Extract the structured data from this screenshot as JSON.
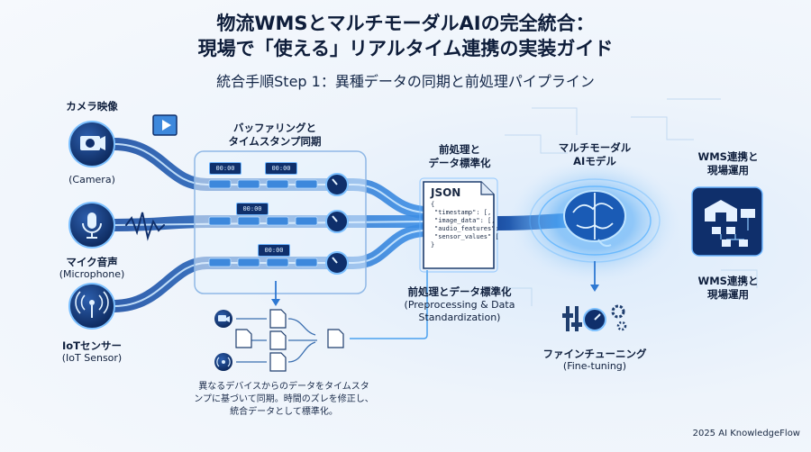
{
  "header": {
    "title_line1": "物流WMSとマルチモーダルAIの完全統合：",
    "title_line2": "現場で「使える」リアルタイム連携の実装ガイド",
    "subtitle": "統合手順Step 1：異種データの同期と前処理パイプライン"
  },
  "sources": [
    {
      "label": "カメラ映像",
      "sub": "(Camera)",
      "icon": "camera-icon"
    },
    {
      "label": "マイク音声",
      "sub": "(Microphone)",
      "icon": "microphone-icon"
    },
    {
      "label": "IoTセンサー",
      "sub": "(IoT Sensor)",
      "icon": "iot-sensor-icon"
    }
  ],
  "buffer": {
    "title_line1": "バッファリングと",
    "title_line2": "タイムスタンプ同期",
    "timestamps": [
      "00:00",
      "00:00",
      "00:00",
      "00:00"
    ],
    "note_line1": "異なるデバイスからのデータをタイムスタ",
    "note_line2": "ンプに基づいて同期。時間のズレを修正し、",
    "note_line3": "統合データとして標準化。"
  },
  "preprocess": {
    "top_line1": "前処理と",
    "top_line2": "データ標準化",
    "json_head": "JSON",
    "json_lines": [
      "{",
      "\"timestamp\": [,",
      "\"image_data\": [,",
      "\"audio_features\":",
      "\"sensor_values\" [",
      "}"
    ],
    "bottom_line1": "前処理とデータ標準化",
    "bottom_line2": "(Preprocessing & Data",
    "bottom_line3": "Standardization)"
  },
  "ai": {
    "title_line1": "マルチモーダル",
    "title_line2": "AIモデル",
    "finetune_label": "ファインチューニング",
    "finetune_sub": "(Fine-tuning)"
  },
  "wms": {
    "top_line1": "WMS連携と",
    "top_line2": "現場運用",
    "bottom_line1": "WMS連携と",
    "bottom_line2": "現場運用"
  },
  "footer": {
    "copyright": "2025 AI KnowledgeFlow"
  },
  "colors": {
    "navy": "#0f2f6b",
    "glow": "#4fb0ff",
    "accent": "#1f6fd1"
  }
}
